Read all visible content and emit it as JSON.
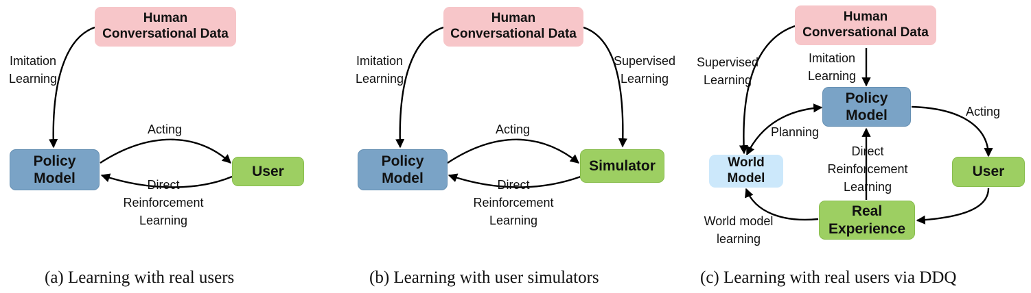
{
  "panel_a": {
    "human_data": [
      "Human",
      "Conversational Data"
    ],
    "policy_model": [
      "Policy",
      "Model"
    ],
    "user": "User",
    "imitation_learning": [
      "Imitation",
      "Learning"
    ],
    "acting": "Acting",
    "direct_rl": [
      "Direct",
      "Reinforcement",
      "Learning"
    ],
    "caption": "(a)  Learning with real users"
  },
  "panel_b": {
    "human_data": [
      "Human",
      "Conversational Data"
    ],
    "policy_model": [
      "Policy",
      "Model"
    ],
    "simulator": "Simulator",
    "imitation_learning": [
      "Imitation",
      "Learning"
    ],
    "supervised_learning": [
      "Supervised",
      "Learning"
    ],
    "acting": "Acting",
    "direct_rl": [
      "Direct",
      "Reinforcement",
      "Learning"
    ],
    "caption": "(b)  Learning with user simulators"
  },
  "panel_c": {
    "human_data": [
      "Human",
      "Conversational Data"
    ],
    "policy_model": [
      "Policy",
      "Model"
    ],
    "world_model": [
      "World",
      "Model"
    ],
    "user": "User",
    "real_experience": [
      "Real",
      "Experience"
    ],
    "supervised_learning": [
      "Supervised",
      "Learning"
    ],
    "imitation_learning": [
      "Imitation",
      "Learning"
    ],
    "acting": "Acting",
    "planning": "Planning",
    "direct_rl": [
      "Direct",
      "Reinforcement",
      "Learning"
    ],
    "world_model_learning": [
      "World model",
      "learning"
    ],
    "caption": "(c)  Learning with real users via DDQ"
  },
  "colors": {
    "human_data_fill": "#f7c6c9",
    "policy_model_fill": "#7aa3c6",
    "user_fill": "#9dcf62",
    "world_model_fill": "#cce8fb",
    "arrow": "#000000"
  }
}
